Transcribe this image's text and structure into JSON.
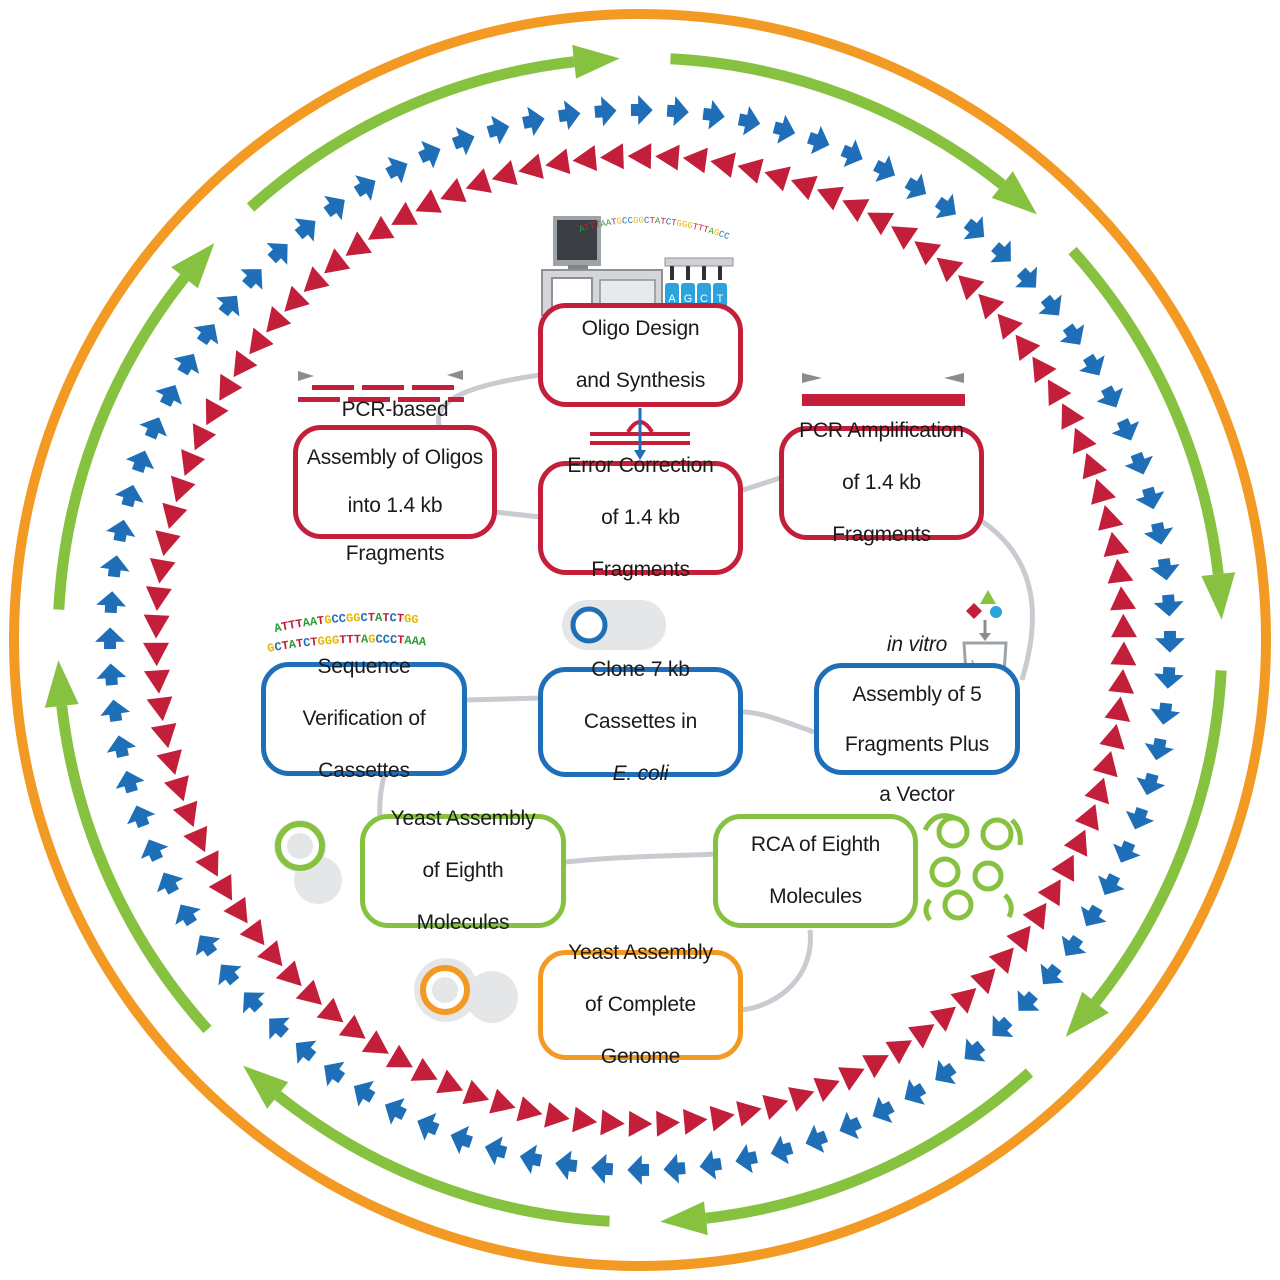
{
  "colors": {
    "orange": "#f39a24",
    "green": "#86c23f",
    "blue": "#1f6fb8",
    "red": "#c41f3a",
    "connector": "#c8cbd0"
  },
  "steps": {
    "oligo_design": [
      "Oligo Design",
      "and Synthesis"
    ],
    "pcr_assembly": [
      "PCR-based",
      "Assembly of Oligos",
      "into 1.4 kb",
      "Fragments"
    ],
    "error_correction": [
      "Error Correction",
      "of 1.4 kb",
      "Fragments"
    ],
    "pcr_amplification": [
      "PCR Amplification",
      "of 1.4 kb",
      "Fragments"
    ],
    "in_vitro": {
      "italic": "in vitro",
      "rest": [
        "Assembly of 5",
        "Fragments Plus",
        "a Vector"
      ]
    },
    "clone": {
      "lines": [
        "Clone 7 kb",
        "Cassettes in"
      ],
      "italic": "E. coli"
    },
    "sequence_verification": [
      "Sequence",
      "Verification of",
      "Cassettes"
    ],
    "yeast_eighth": [
      "Yeast Assembly",
      "of Eighth",
      "Molecules"
    ],
    "rca": [
      "RCA of Eighth",
      "Molecules"
    ],
    "yeast_complete": [
      "Yeast Assembly",
      "of Complete",
      "Genome"
    ]
  },
  "icons": {
    "synthesizer": "dna-synthesizer-icon",
    "bottle_letters": [
      "A",
      "G",
      "C",
      "T"
    ],
    "synth_sequence": "ATTTAATGCCGGCTATCTGGGTTTAGCCCTAAA",
    "seq_line_1": "ATTTAATGCCGGCTATCTGG",
    "seq_line_2": "GCTATCTGGGTTTAGCCCTAAA"
  }
}
